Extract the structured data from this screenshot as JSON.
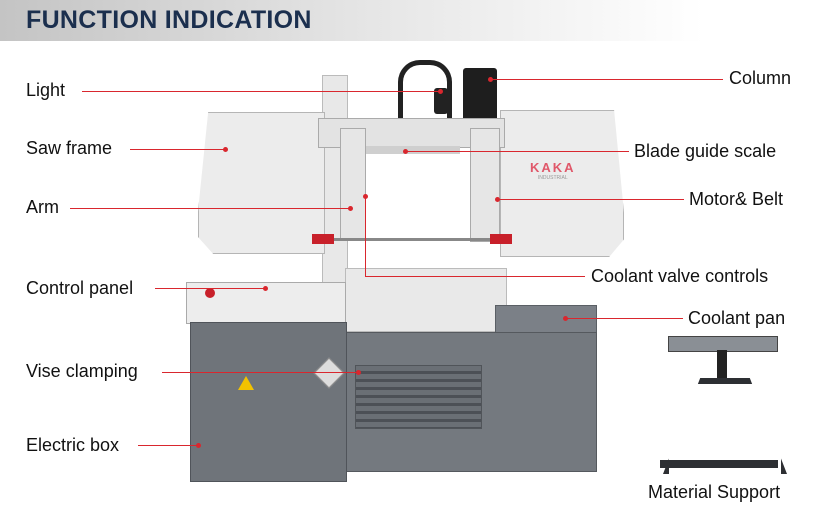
{
  "header": {
    "title": "FUNCTION INDICATION"
  },
  "brand": {
    "logo": "KAKA",
    "sub": "INDUSTRIAL"
  },
  "labels_left": [
    "Light",
    "Saw frame",
    "Arm",
    "Control panel",
    "Vise clamping",
    "Electric box"
  ],
  "labels_right": [
    "Column",
    "Blade guide scale",
    "Motor& Belt",
    "Coolant valve controls",
    "Coolant pan"
  ],
  "material_support": "Material Support",
  "colors": {
    "title": "#1b2f4e",
    "leader": "#d9272e",
    "cabinet": "#6f747a",
    "frame": "#ececec"
  }
}
